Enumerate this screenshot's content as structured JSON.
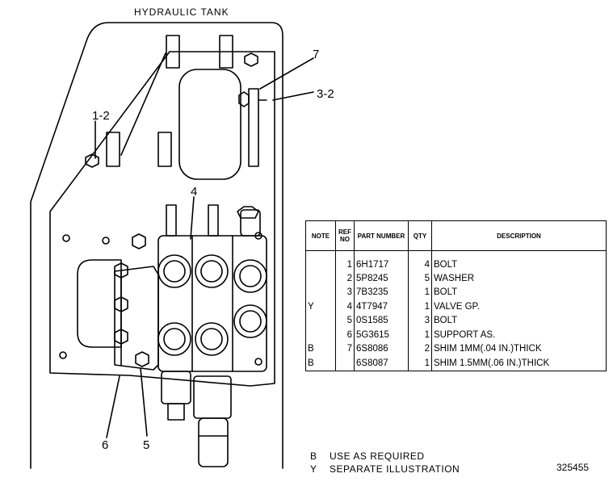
{
  "diagram": {
    "tank_label": "HYDRAULIC TANK",
    "callouts": {
      "c7": "7",
      "c3_2": "3-2",
      "c1_2": "1-2",
      "c4": "4",
      "c6": "6",
      "c5": "5"
    }
  },
  "parts_table": {
    "headers": {
      "note": "NOTE",
      "ref_no": "REF NO",
      "part_number": "PART NUMBER",
      "qty": "QTY",
      "description": "DESCRIPTION"
    },
    "rows": [
      {
        "note": "",
        "ref": "1",
        "part": "6H1717",
        "qty": "4",
        "desc": "BOLT"
      },
      {
        "note": "",
        "ref": "2",
        "part": "5P8245",
        "qty": "5",
        "desc": "WASHER"
      },
      {
        "note": "",
        "ref": "3",
        "part": "7B3235",
        "qty": "1",
        "desc": "BOLT"
      },
      {
        "note": "Y",
        "ref": "4",
        "part": "4T7947",
        "qty": "1",
        "desc": "VALVE GP."
      },
      {
        "note": "",
        "ref": "5",
        "part": "0S1585",
        "qty": "3",
        "desc": "BOLT"
      },
      {
        "note": "",
        "ref": "6",
        "part": "5G3615",
        "qty": "1",
        "desc": "SUPPORT AS."
      },
      {
        "note": "B",
        "ref": "7",
        "part": "6S8086",
        "qty": "2",
        "desc": "SHIM 1MM(.04 IN.)THICK"
      },
      {
        "note": "B",
        "ref": "",
        "part": "6S8087",
        "qty": "1",
        "desc": "SHIM 1.5MM(.06 IN.)THICK"
      }
    ]
  },
  "legend": [
    {
      "key": "B",
      "text": "USE AS REQUIRED"
    },
    {
      "key": "Y",
      "text": "SEPARATE ILLUSTRATION"
    }
  ],
  "figure_number": "325455"
}
